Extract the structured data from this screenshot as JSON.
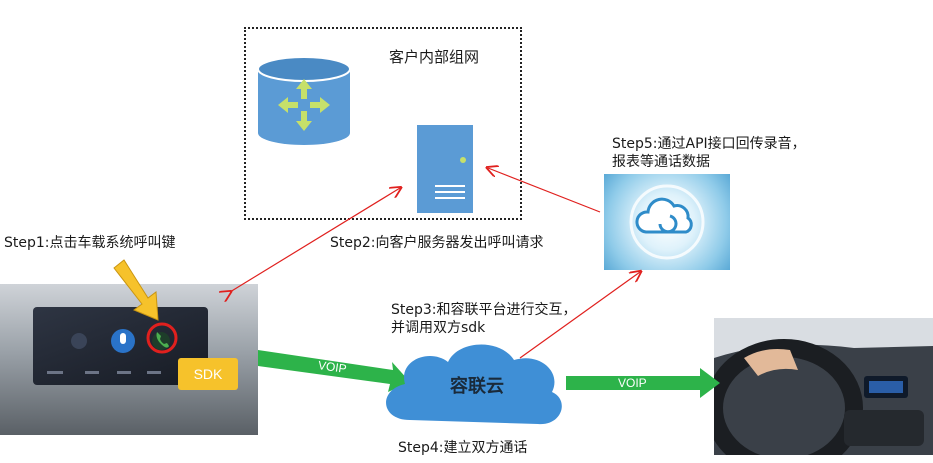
{
  "labels": {
    "network_title": "客户内部组网",
    "step1": "Step1:点击车载系统呼叫键",
    "step2": "Step2:向客户服务器发出呼叫请求",
    "step3_line1": "Step3:和容联平台进行交互，",
    "step3_line2": "并调用双方sdk",
    "step4": "Step4:建立双方通话",
    "step5_line1": "Step5:通过API接口回传录音，",
    "step5_line2": "报表等通话数据",
    "cloud": "容联云",
    "voip_left": "VOIP",
    "voip_right": "VOIP",
    "sdk": "SDK"
  },
  "colors": {
    "accent_red": "#e0201e",
    "voip_green": "#2db34a",
    "cloud_blue": "#3f8fd6",
    "db_blue": "#5b9bd5",
    "sdk_yellow": "#f6c22b"
  },
  "icons": [
    "database-icon",
    "server-icon",
    "cloud-app-icon",
    "call-button-icon",
    "pointer-arrow-icon"
  ]
}
